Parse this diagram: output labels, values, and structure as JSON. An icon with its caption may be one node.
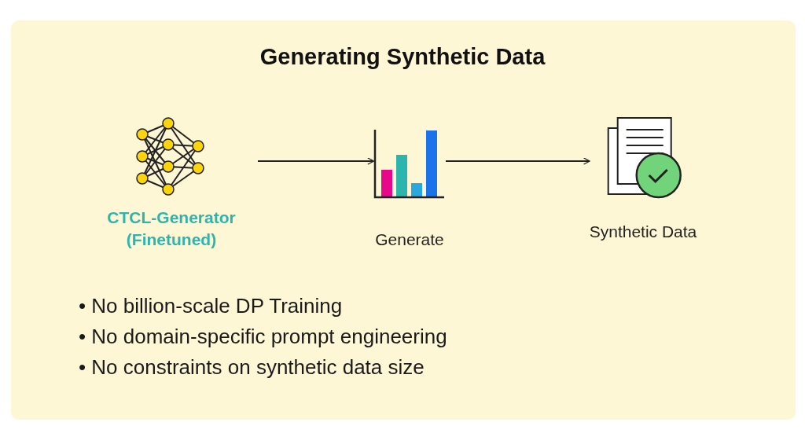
{
  "diagram": {
    "title": "Generating Synthetic Data",
    "nodes": [
      {
        "text": [
          "CTCL-Generator (Finetuned)"
        ]
      },
      {
        "text": [
          "Generate"
        ]
      },
      {
        "text": [
          "Synthetic Data"
        ]
      }
    ],
    "edges": [
      {
        "from": 0,
        "to": 1,
        "arrow": "to"
      },
      {
        "from": 1,
        "to": 2,
        "arrow": "to"
      }
    ],
    "labels": [
      "• No billion-scale DP Training",
      "• No domain-specific prompt engineering",
      "• No constraints on synthetic data size"
    ]
  }
}
